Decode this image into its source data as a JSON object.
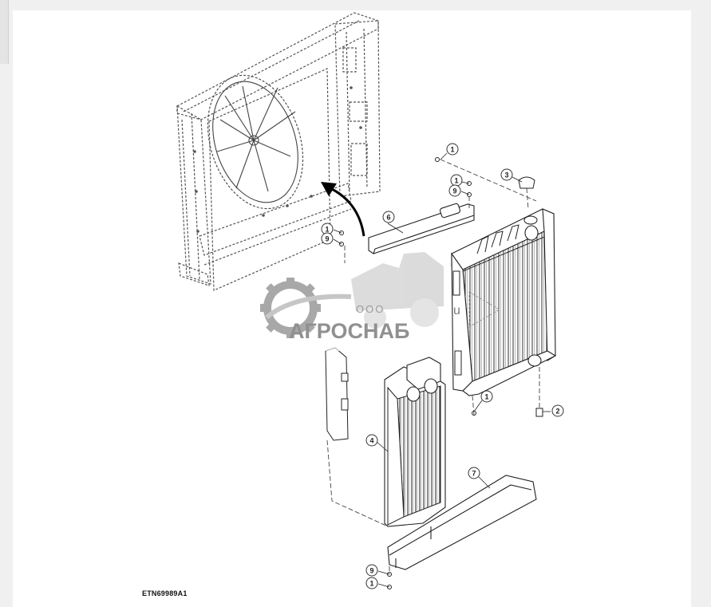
{
  "figure_code": "ETN69989A1",
  "callouts": {
    "c1a": "1",
    "c1b": "1",
    "c9a": "9",
    "c3": "3",
    "c1c": "1",
    "c9b": "9",
    "c6": "6",
    "c1d": "1",
    "c2": "2",
    "c4": "4",
    "c7": "7",
    "c9c": "9",
    "c1e": "1"
  },
  "watermark": {
    "company_prefix": "ООО",
    "company_name": "АГРОСНАБ",
    "mark_letter": "u"
  }
}
